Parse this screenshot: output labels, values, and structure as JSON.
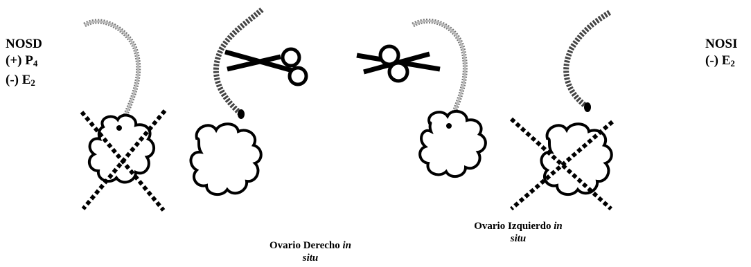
{
  "left_group": {
    "title": "NOSD",
    "line2_prefix": "(+) P",
    "line2_sub": "4",
    "line3_prefix": "(-) E",
    "line3_sub": "2"
  },
  "right_group": {
    "title": "NOSI",
    "line2_prefix": "(-) E",
    "line2_sub": "2"
  },
  "captions": {
    "right_ovary": {
      "text": "Ovario Derecho ",
      "italic": "in",
      "line2": "situ"
    },
    "left_ovary": {
      "text": "Ovario Izquierdo ",
      "italic": "in",
      "line2": "situ"
    }
  },
  "icons": [
    "ovary-icon",
    "oviduct-icon",
    "scissors-icon",
    "cross-mark-icon"
  ],
  "colors": {
    "ink": "#000000",
    "tube_fill": "#d9d9d9"
  }
}
